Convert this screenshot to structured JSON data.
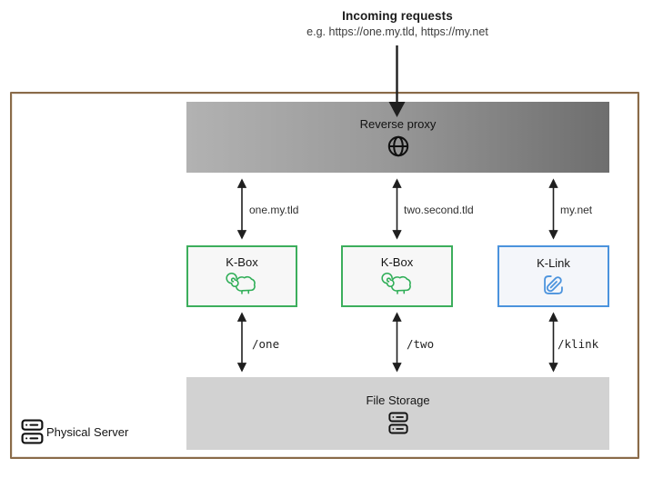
{
  "header": {
    "title": "Incoming requests",
    "subtitle": "e.g. https://one.my.tld, https://my.net"
  },
  "proxy": {
    "label": "Reverse proxy",
    "icon": "globe-icon"
  },
  "services": [
    {
      "label": "K-Box",
      "icon": "sheep-icon",
      "domain": "one.my.tld",
      "path": "/one",
      "accent": "#3cae5c"
    },
    {
      "label": "K-Box",
      "icon": "sheep-icon",
      "domain": "two.second.tld",
      "path": "/two",
      "accent": "#3cae5c"
    },
    {
      "label": "K-Link",
      "icon": "paperclip-icon",
      "domain": "my.net",
      "path": "/klink",
      "accent": "#4b93dd"
    }
  ],
  "storage": {
    "label": "File Storage",
    "icon": "server-icon"
  },
  "host": {
    "label": "Physical Server",
    "icon": "server-icon"
  },
  "colors": {
    "frame_border": "#8a6b49",
    "proxy_gradient_start": "#b2b2b2",
    "proxy_gradient_end": "#6e6e6e",
    "storage_bg": "#d2d2d2",
    "kbox_accent": "#3cae5c",
    "klink_accent": "#4b93dd",
    "arrow": "#1f1f1f"
  }
}
